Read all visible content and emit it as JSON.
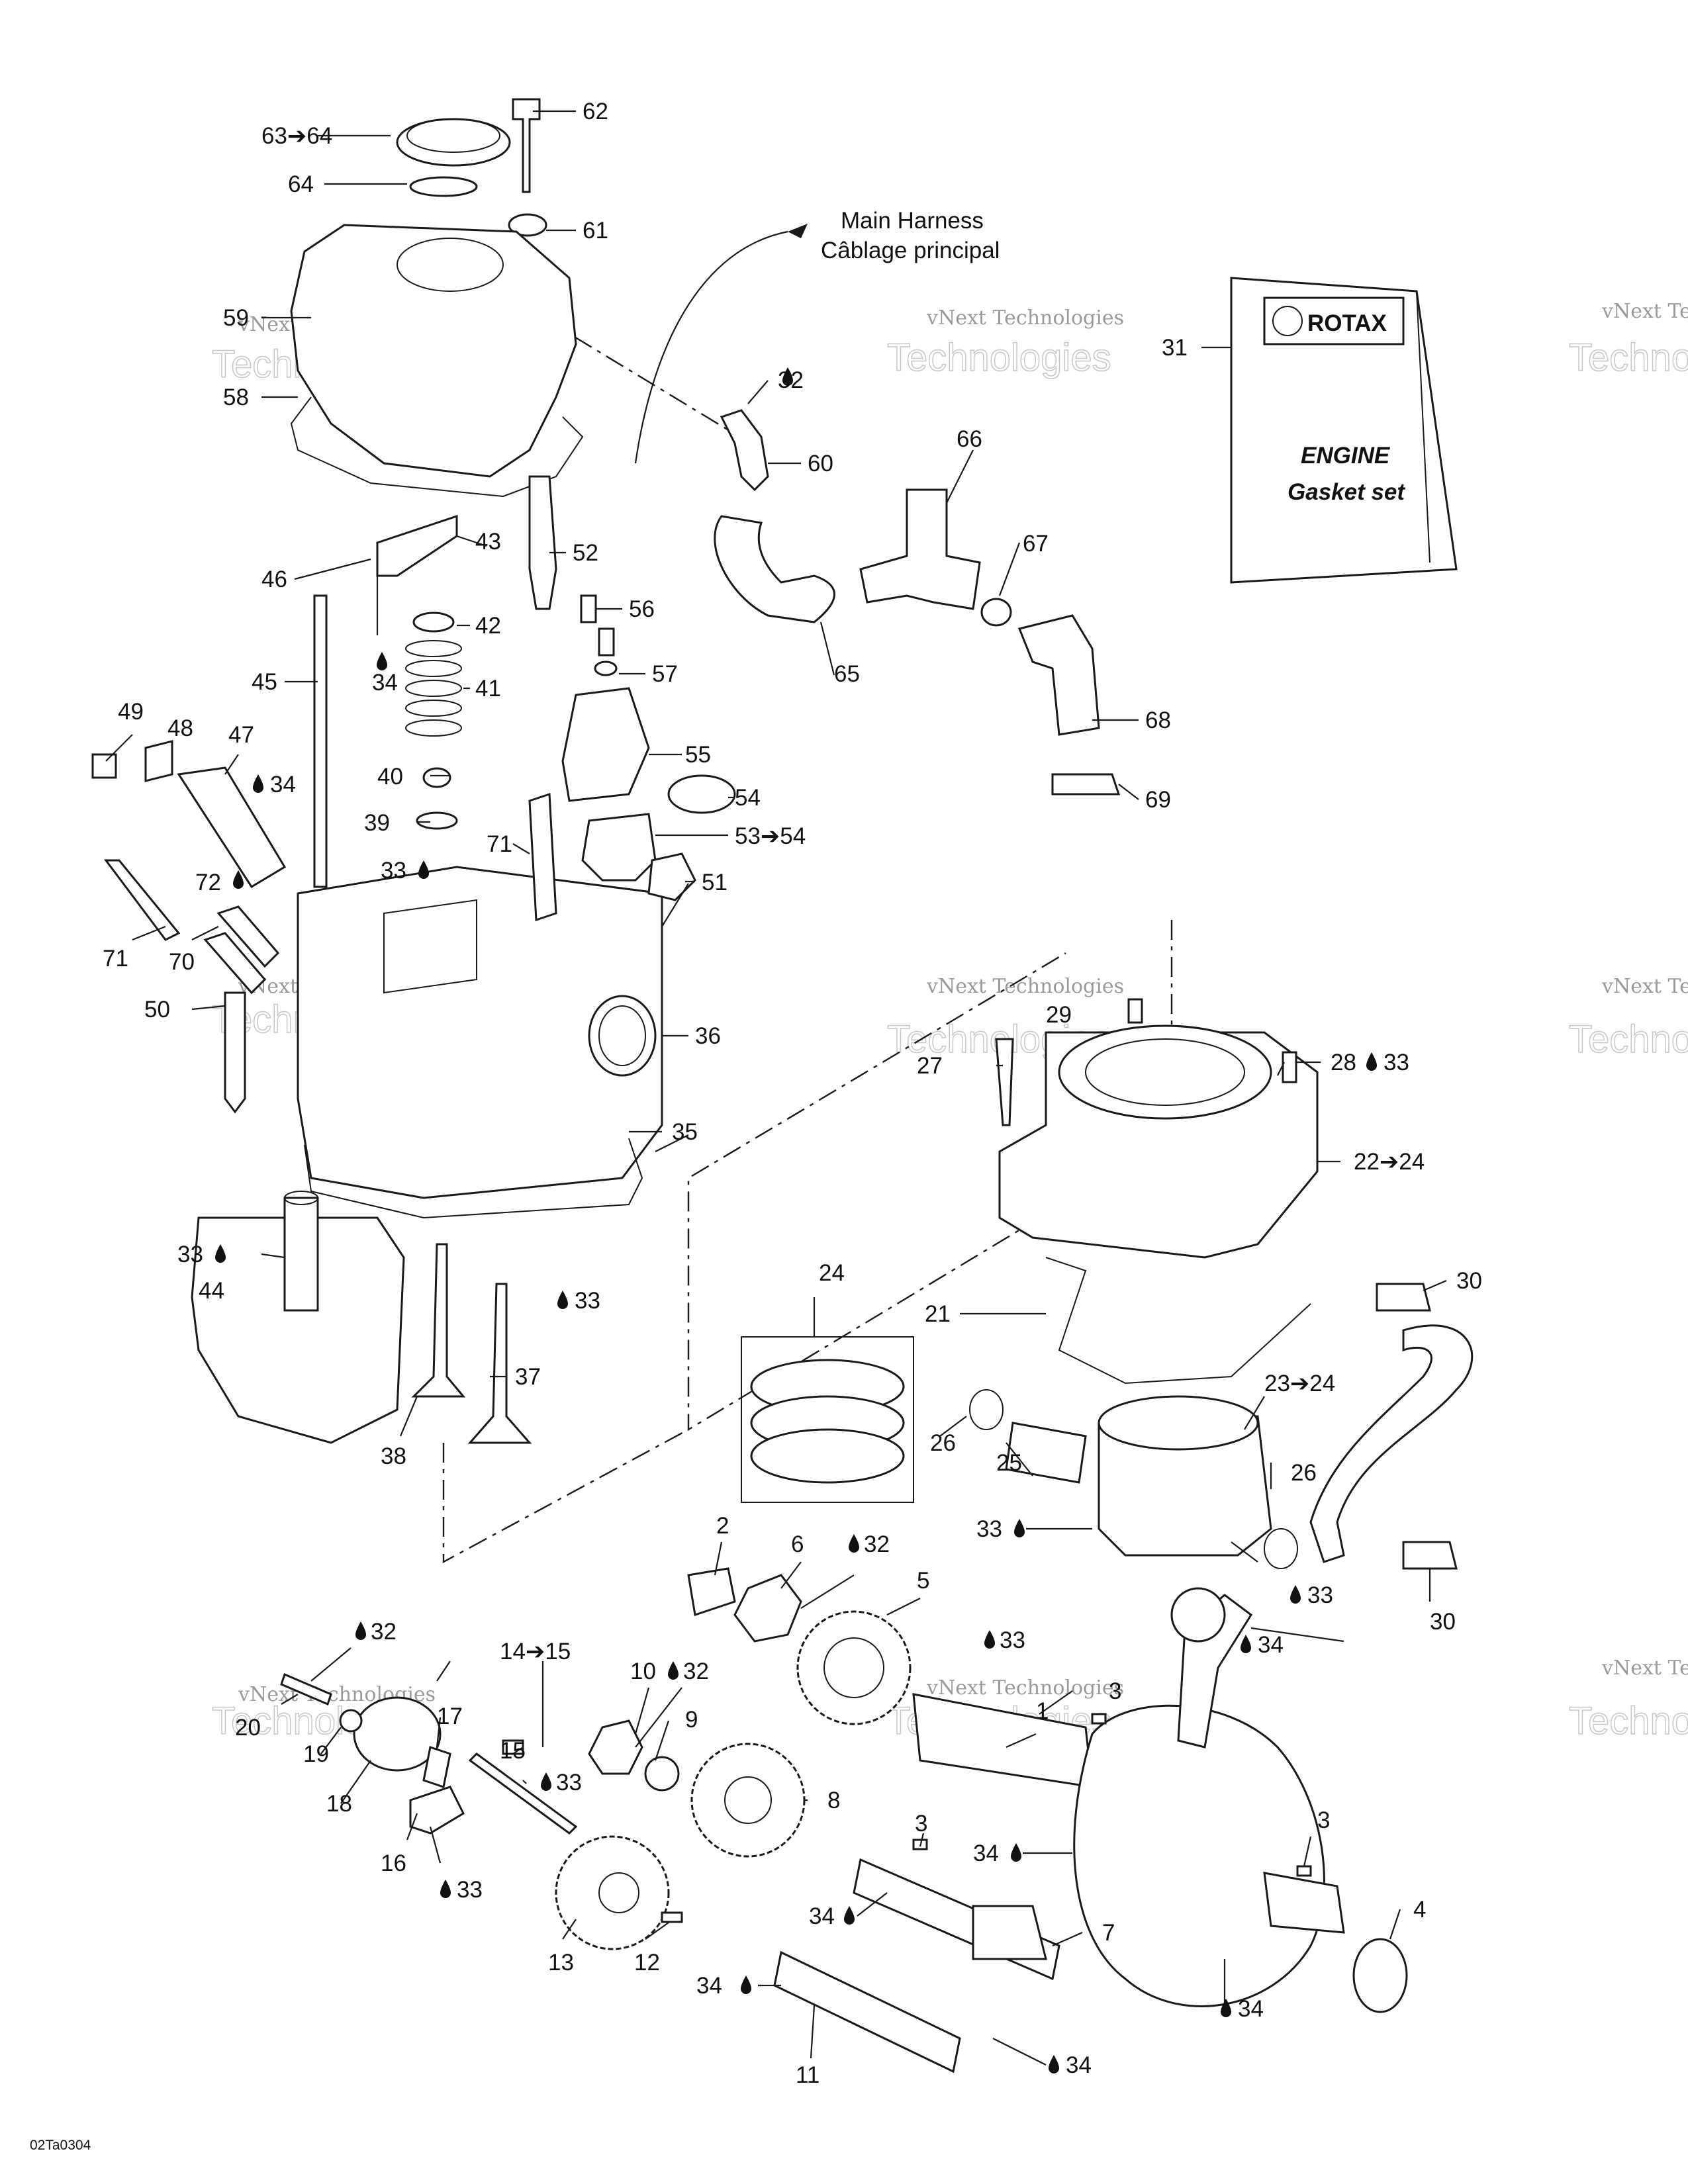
{
  "callouts": [
    {
      "id": "c-63-64",
      "text": "63➔64"
    },
    {
      "id": "c-62",
      "text": "62"
    },
    {
      "id": "c-64",
      "text": "64"
    },
    {
      "id": "c-61",
      "text": "61"
    },
    {
      "id": "c-59",
      "text": "59"
    },
    {
      "id": "c-58",
      "text": "58"
    },
    {
      "id": "c-32a",
      "text": "32"
    },
    {
      "id": "c-60",
      "text": "60"
    },
    {
      "id": "c-66",
      "text": "66"
    },
    {
      "id": "c-67",
      "text": "67"
    },
    {
      "id": "c-65",
      "text": "65"
    },
    {
      "id": "c-68",
      "text": "68"
    },
    {
      "id": "c-69",
      "text": "69"
    },
    {
      "id": "c-31",
      "text": "31"
    },
    {
      "id": "c-43",
      "text": "43"
    },
    {
      "id": "c-52",
      "text": "52"
    },
    {
      "id": "c-46",
      "text": "46"
    },
    {
      "id": "c-42",
      "text": "42"
    },
    {
      "id": "c-56",
      "text": "56"
    },
    {
      "id": "c-34a",
      "text": "34"
    },
    {
      "id": "c-45",
      "text": "45"
    },
    {
      "id": "c-41",
      "text": "41"
    },
    {
      "id": "c-57",
      "text": "57"
    },
    {
      "id": "c-49",
      "text": "49"
    },
    {
      "id": "c-48",
      "text": "48"
    },
    {
      "id": "c-47",
      "text": "47"
    },
    {
      "id": "c-34b",
      "text": "34"
    },
    {
      "id": "c-55",
      "text": "55"
    },
    {
      "id": "c-40",
      "text": "40"
    },
    {
      "id": "c-54",
      "text": "54"
    },
    {
      "id": "c-39",
      "text": "39"
    },
    {
      "id": "c-53-54",
      "text": "53➔54"
    },
    {
      "id": "c-71a",
      "text": "71"
    },
    {
      "id": "c-72",
      "text": "72"
    },
    {
      "id": "c-33a",
      "text": "33"
    },
    {
      "id": "c-51",
      "text": "51"
    },
    {
      "id": "c-71b",
      "text": "71"
    },
    {
      "id": "c-70",
      "text": "70"
    },
    {
      "id": "c-50",
      "text": "50"
    },
    {
      "id": "c-36",
      "text": "36"
    },
    {
      "id": "c-29",
      "text": "29"
    },
    {
      "id": "c-33b",
      "text": "33"
    },
    {
      "id": "c-27",
      "text": "27"
    },
    {
      "id": "c-28",
      "text": "28"
    },
    {
      "id": "c-35",
      "text": "35"
    },
    {
      "id": "c-22-24",
      "text": "22➔24"
    },
    {
      "id": "c-33c",
      "text": "33"
    },
    {
      "id": "c-44",
      "text": "44"
    },
    {
      "id": "c-33d",
      "text": "33"
    },
    {
      "id": "c-30a",
      "text": "30"
    },
    {
      "id": "c-24",
      "text": "24"
    },
    {
      "id": "c-21",
      "text": "21"
    },
    {
      "id": "c-37",
      "text": "37"
    },
    {
      "id": "c-23-24",
      "text": "23➔24"
    },
    {
      "id": "c-26a",
      "text": "26"
    },
    {
      "id": "c-25",
      "text": "25"
    },
    {
      "id": "c-38",
      "text": "38"
    },
    {
      "id": "c-26b",
      "text": "26"
    },
    {
      "id": "c-33e",
      "text": "33"
    },
    {
      "id": "c-33f",
      "text": "33"
    },
    {
      "id": "c-30b",
      "text": "30"
    },
    {
      "id": "c-2",
      "text": "2"
    },
    {
      "id": "c-6",
      "text": "6"
    },
    {
      "id": "c-32b",
      "text": "32"
    },
    {
      "id": "c-5",
      "text": "5"
    },
    {
      "id": "c-32c",
      "text": "32"
    },
    {
      "id": "c-14-15",
      "text": "14➔15"
    },
    {
      "id": "c-33g",
      "text": "33"
    },
    {
      "id": "c-34c",
      "text": "34"
    },
    {
      "id": "c-10",
      "text": "10"
    },
    {
      "id": "c-32d",
      "text": "32"
    },
    {
      "id": "c-3a",
      "text": "3"
    },
    {
      "id": "c-1",
      "text": "1"
    },
    {
      "id": "c-20",
      "text": "20"
    },
    {
      "id": "c-17",
      "text": "17"
    },
    {
      "id": "c-9",
      "text": "9"
    },
    {
      "id": "c-15",
      "text": "15"
    },
    {
      "id": "c-19",
      "text": "19"
    },
    {
      "id": "c-33h",
      "text": "33"
    },
    {
      "id": "c-8",
      "text": "8"
    },
    {
      "id": "c-18",
      "text": "18"
    },
    {
      "id": "c-3b",
      "text": "3"
    },
    {
      "id": "c-16",
      "text": "16"
    },
    {
      "id": "c-34d",
      "text": "34"
    },
    {
      "id": "c-3c",
      "text": "3"
    },
    {
      "id": "c-33i",
      "text": "33"
    },
    {
      "id": "c-4",
      "text": "4"
    },
    {
      "id": "c-34e",
      "text": "34"
    },
    {
      "id": "c-13",
      "text": "13"
    },
    {
      "id": "c-12",
      "text": "12"
    },
    {
      "id": "c-7",
      "text": "7"
    },
    {
      "id": "c-34f",
      "text": "34"
    },
    {
      "id": "c-34g",
      "text": "34"
    },
    {
      "id": "c-11",
      "text": "11"
    },
    {
      "id": "c-34h",
      "text": "34"
    }
  ],
  "harness_label": {
    "line1": "Main Harness",
    "line2": "Câblage principal"
  },
  "gasket_booklet": {
    "brand": "ROTAX",
    "title": "ENGINE",
    "subtitle": "Gasket set"
  },
  "watermark": {
    "small": "vNext Technologies",
    "big": "Technologies",
    "big_prefix": "vNext"
  },
  "figure_code": "02Ta0304",
  "colors": {
    "line": "#1a1a1a",
    "watermark": "#c8c8c8"
  }
}
